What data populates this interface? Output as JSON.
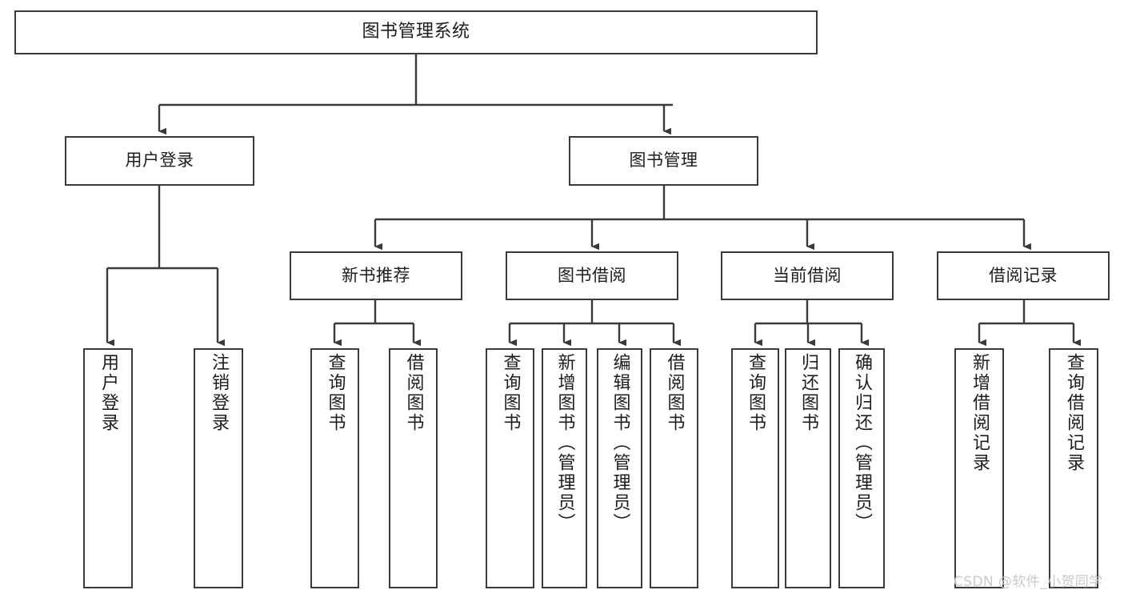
{
  "diagram": {
    "title": "图书管理系统",
    "watermark": "CSDN @软件_小贺同学",
    "edge_color": "#3a3a3a",
    "node_border_color": "#3a3a3a",
    "node_fill_color": "#ffffff",
    "text_color": "#1d1d1d",
    "nodes": {
      "root": {
        "label": "图书管理系统"
      },
      "level1": [
        {
          "label": "用户登录"
        },
        {
          "label": "图书管理"
        }
      ],
      "level2": [
        {
          "label": "新书推荐"
        },
        {
          "label": "图书借阅"
        },
        {
          "label": "当前借阅"
        },
        {
          "label": "借阅记录"
        }
      ],
      "leaves_user_login": [
        {
          "label": "用户登录"
        },
        {
          "label": "注销登录"
        }
      ],
      "leaves_new_book": [
        {
          "label": "查询图书"
        },
        {
          "label": "借阅图书"
        }
      ],
      "leaves_borrow": [
        {
          "label": "查询图书"
        },
        {
          "label": "新增图书（管理员）"
        },
        {
          "label": "编辑图书（管理员）"
        },
        {
          "label": "借阅图书"
        }
      ],
      "leaves_current": [
        {
          "label": "查询图书"
        },
        {
          "label": "归还图书"
        },
        {
          "label": "确认归还（管理员）"
        }
      ],
      "leaves_records": [
        {
          "label": "新增借阅记录"
        },
        {
          "label": "查询借阅记录"
        }
      ]
    }
  }
}
